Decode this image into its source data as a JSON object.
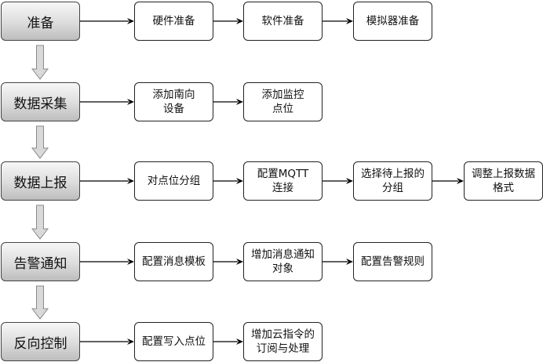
{
  "stages": [
    {
      "label": "准备",
      "steps": [
        [
          "硬件准备"
        ],
        [
          "软件准备"
        ],
        [
          "模拟器准备"
        ]
      ]
    },
    {
      "label": "数据采集",
      "steps": [
        [
          "添加南向",
          "设备"
        ],
        [
          "添加监控",
          "点位"
        ]
      ]
    },
    {
      "label": "数据上报",
      "steps": [
        [
          "对点位分组"
        ],
        [
          "配置MQTT",
          "连接"
        ],
        [
          "选择待上报的",
          "分组"
        ],
        [
          "调整上报数据",
          "格式"
        ]
      ]
    },
    {
      "label": "告警通知",
      "steps": [
        [
          "配置消息模板"
        ],
        [
          "增加消息通知",
          "对象"
        ],
        [
          "配置告警规则"
        ]
      ]
    },
    {
      "label": "反向控制",
      "steps": [
        [
          "配置写入点位"
        ],
        [
          "增加云指令的",
          "订阅与处理"
        ]
      ]
    }
  ],
  "colors": {
    "stage_fill_top": "#f7f7f7",
    "stage_fill_bottom": "#bdbdbd",
    "line": "#000000",
    "down_arrow_fill": "#d9d9d9"
  }
}
